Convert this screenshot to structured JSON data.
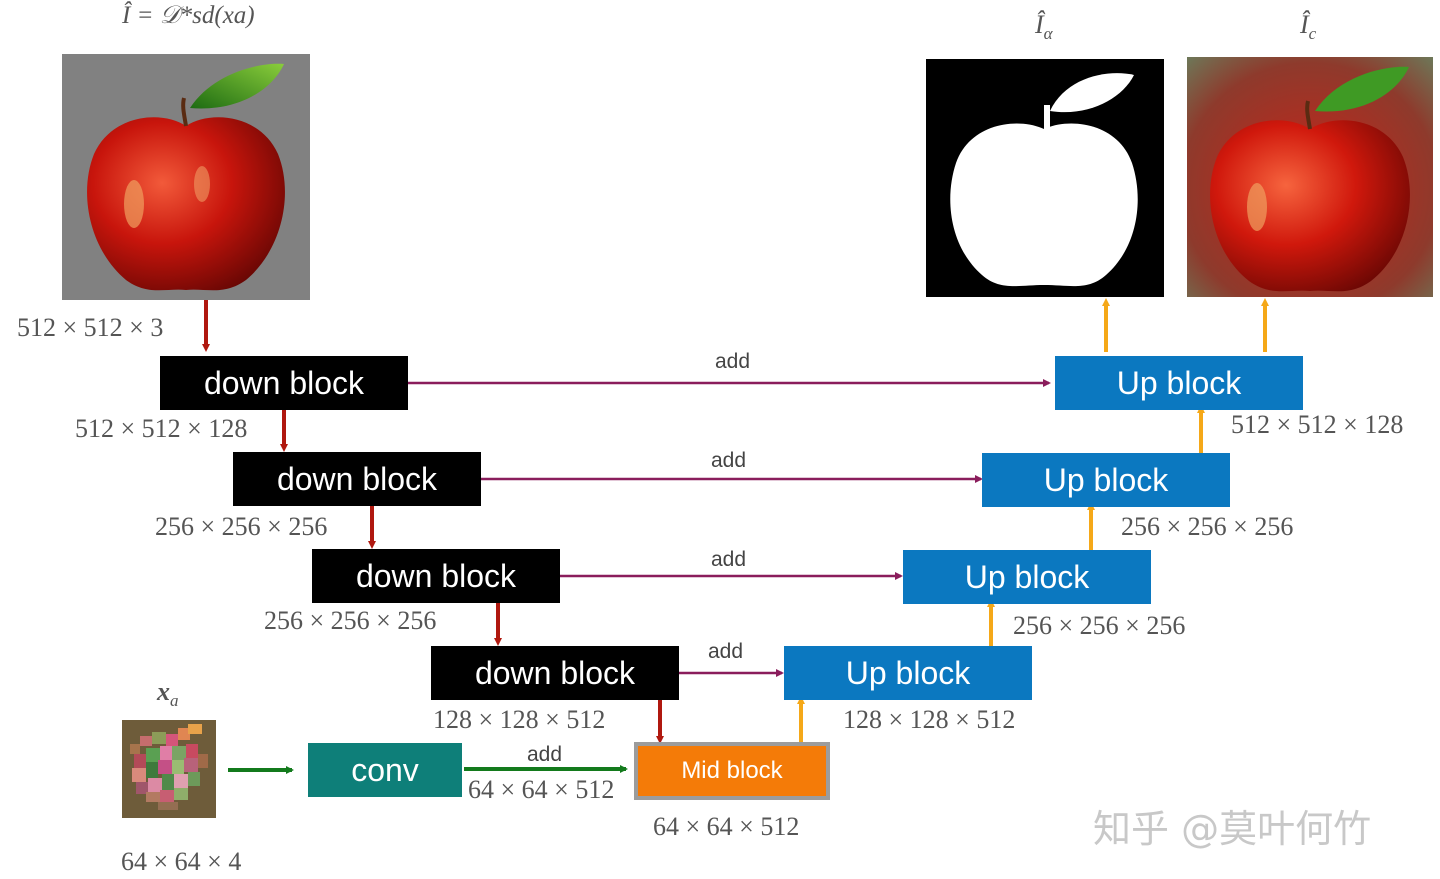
{
  "labels": {
    "input_formula": "Î = 𝒟*sd(xa)",
    "alpha_label": "Î",
    "alpha_sub": "α",
    "color_label": "Î",
    "color_sub": "c",
    "latent_label": "x",
    "latent_sub": "a"
  },
  "blocks": {
    "down": [
      "down block",
      "down block",
      "down block",
      "down block"
    ],
    "up": [
      "Up block",
      "Up block",
      "Up block",
      "Up block"
    ],
    "conv": "conv",
    "mid": "Mid block"
  },
  "dims": {
    "input": "512 × 512 × 3",
    "down1": "512 × 512 × 128",
    "down2": "256 × 256 × 256",
    "down3": "256 × 256 × 256",
    "down4": "128 × 128 × 512",
    "conv_out": "64 × 64 × 512",
    "mid": "64 × 64 × 512",
    "latent": "64 × 64 × 4",
    "up_mid": "128 × 128 × 512",
    "up3": "256 × 256 × 256",
    "up2": "256 × 256 × 256",
    "up1": "512 × 512 × 128"
  },
  "add_labels": [
    "add",
    "add",
    "add",
    "add",
    "add"
  ],
  "watermark": "知乎 @莫叶何竹",
  "colors": {
    "down_block": "#000000",
    "up_block": "#0b78c0",
    "conv_block": "#0e7f79",
    "mid_block": "#f47b08",
    "down_arrow": "#b0180f",
    "up_arrow": "#f5a818",
    "skip_arrow": "#8a1d5c",
    "conv_arrow": "#137a1c"
  }
}
